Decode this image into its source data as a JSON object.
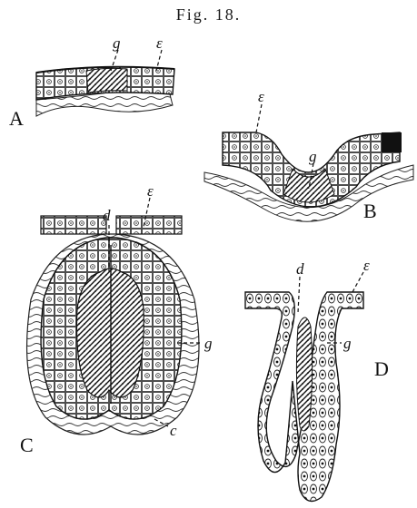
{
  "figure": {
    "title": "Fig. 18.",
    "panels": {
      "A": {
        "label": "A",
        "g": "g",
        "e": "ε"
      },
      "B": {
        "label": "B",
        "g": "g",
        "e": "ε"
      },
      "C": {
        "label": "C",
        "d": "d",
        "e": "ε",
        "g": "g",
        "c": "c"
      },
      "D": {
        "label": "D",
        "d": "d",
        "e": "ε",
        "g": "g"
      }
    }
  }
}
